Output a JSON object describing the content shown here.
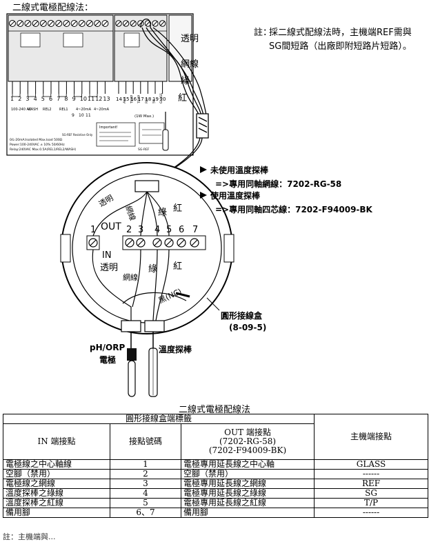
{
  "header": {
    "title": "二線式電極配線法："
  },
  "note": {
    "label": "註：",
    "text": "採二線式配線法時，主機端REF需與SG間短路（出廠即附短路片短路）。"
  },
  "wires_top": {
    "transparent": "透明",
    "mesh": "網線",
    "green": "綠",
    "red": "紅"
  },
  "controller": {
    "terminals_top": [
      "1",
      "2",
      "3",
      "4",
      "5",
      "6",
      "7",
      "8",
      "9",
      "10",
      "11",
      "12",
      "13"
    ],
    "terminals_right": [
      "14",
      "15",
      "16",
      "17",
      "18",
      "19",
      "20"
    ],
    "group_labels": [
      "100-240 AC",
      "WASH",
      "REL2",
      "REL1",
      "4~20mA",
      "4~20mA"
    ],
    "sub_terminals": [
      "9",
      "10",
      "11"
    ],
    "meas_label": "(1W Max.)",
    "right_labels": [
      "AUX",
      "TEMP",
      "TEMP",
      "REF",
      "SG",
      "GLASS"
    ],
    "spec_lines": [
      "0/L-20mA:Isolated Max.load 500Ω",
      "Power:100-240VAC ± 10% 50/60Hz",
      "Relay:240VAC Max.0.5A(REL1/REL2/WASH)"
    ],
    "important": "Important!",
    "small_note": "SG-REF Resistive Only"
  },
  "callouts": {
    "unused_title": "未使用溫度探棒",
    "unused_cable": "=>專用同軸網線：7202-RG-58",
    "used_title": "使用溫度探棒",
    "used_cable": "=>專用同軸四芯線：7202-F94009-BK",
    "box_title": "圓形接線盒",
    "box_code": "(8-09-5)",
    "electrode_en": "pH/ORP",
    "electrode_zh": "電極",
    "temp_probe": "溫度探棒"
  },
  "box": {
    "terminals": [
      "1",
      "2",
      "3",
      "4",
      "5",
      "6",
      "7"
    ],
    "out_label": "OUT",
    "in_label": "IN",
    "upper_wires": {
      "transparent": "透明",
      "mesh": "網線",
      "green": "綠",
      "red": "紅"
    },
    "lower_wires": {
      "transparent": "透明",
      "mesh": "網線",
      "green": "綠",
      "red": "紅",
      "black": "黑(NC)"
    }
  },
  "table": {
    "caption": "二線式電極配線法",
    "group_header": "圓形接線盒端標籤",
    "headers": {
      "in": "IN 端接點",
      "num": "接點號碼",
      "out_line1": "OUT 端接點",
      "out_line2": "(7202-RG-58)",
      "out_line3": "(7202-F94009-BK)",
      "host": "主機端接點"
    },
    "rows": [
      {
        "in": "電極線之中心軸線",
        "num": "1",
        "out": "電極專用延長線之中心軸",
        "host": "GLASS"
      },
      {
        "in": "空腳（禁用）",
        "num": "2",
        "out": "空腳（禁用）",
        "host": "------"
      },
      {
        "in": "電極線之網線",
        "num": "3",
        "out": "電極專用延長線之網線",
        "host": "REF"
      },
      {
        "in": "溫度探棒之綠線",
        "num": "4",
        "out": "電極專用延長線之綠線",
        "host": "SG"
      },
      {
        "in": "溫度探棒之紅線",
        "num": "5",
        "out": "電極專用延長線之紅線",
        "host": "T/P"
      },
      {
        "in": "備用腳",
        "num": "6、7",
        "out": "備用腳",
        "host": "------"
      }
    ]
  },
  "footer_cut": "註：主機端與..."
}
